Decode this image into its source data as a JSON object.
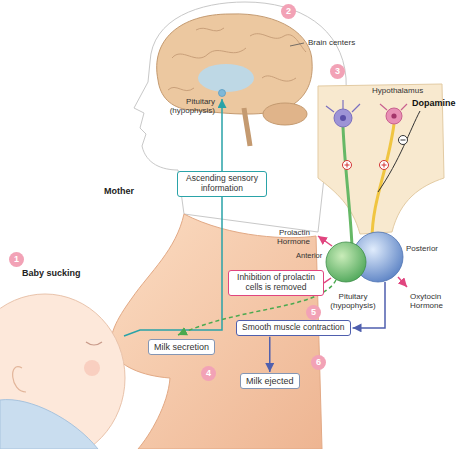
{
  "diagram": {
    "nodes": [
      {
        "text": [
          "2"
        ]
      },
      {
        "text": [
          "3"
        ]
      },
      {
        "text": [
          "Ascending sensory information"
        ]
      },
      {
        "text": [
          "1"
        ]
      },
      {
        "text": [
          "Inhibition of prolactin cells is removed"
        ]
      },
      {
        "text": [
          "5"
        ]
      },
      {
        "text": [
          "Smooth muscle contraction"
        ]
      },
      {
        "text": [
          "Milk secretion"
        ]
      },
      {
        "text": [
          "6"
        ]
      },
      {
        "text": [
          "4"
        ]
      },
      {
        "text": [
          "Milk ejected"
        ]
      }
    ],
    "edges": [
      {
        "from": 6,
        "to": 10,
        "arrow": "to"
      }
    ],
    "labels": [
      "Brain centers",
      "Pituitary (hypophysis)",
      "Hypothalamus",
      "Dopamine",
      "Mother",
      "Baby sucking",
      "Prolactin Hormone",
      "Anterior",
      "Posterior",
      "Pituitary (hypophysis)",
      "Oxytocin Hormone"
    ]
  }
}
